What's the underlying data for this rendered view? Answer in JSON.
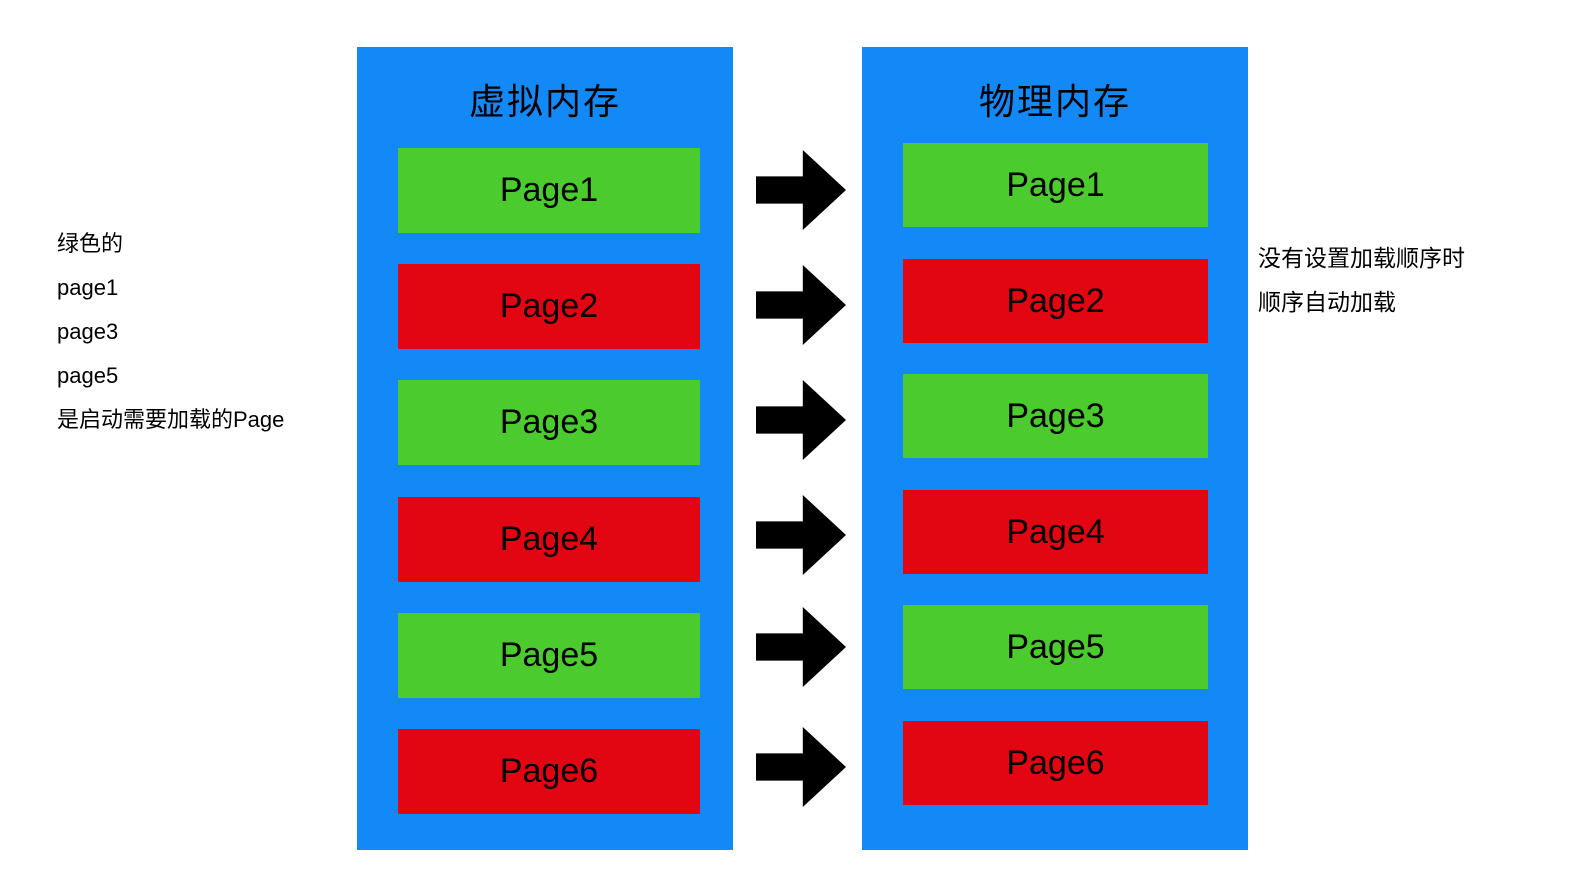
{
  "colors": {
    "column_bg": "#1388F7",
    "page_green": "#4CCB2E",
    "page_red": "#E20613",
    "arrow": "#000000",
    "text": "#000000",
    "background": "#FFFFFF"
  },
  "virtual_memory": {
    "title": "虚拟内存",
    "pages": [
      {
        "label": "Page1",
        "color": "#4CCB2E"
      },
      {
        "label": "Page2",
        "color": "#E20613"
      },
      {
        "label": "Page3",
        "color": "#4CCB2E"
      },
      {
        "label": "Page4",
        "color": "#E20613"
      },
      {
        "label": "Page5",
        "color": "#4CCB2E"
      },
      {
        "label": "Page6",
        "color": "#E20613"
      }
    ]
  },
  "physical_memory": {
    "title": "物理内存",
    "pages": [
      {
        "label": "Page1",
        "color": "#4CCB2E"
      },
      {
        "label": "Page2",
        "color": "#E20613"
      },
      {
        "label": "Page3",
        "color": "#4CCB2E"
      },
      {
        "label": "Page4",
        "color": "#E20613"
      },
      {
        "label": "Page5",
        "color": "#4CCB2E"
      },
      {
        "label": "Page6",
        "color": "#E20613"
      }
    ]
  },
  "left_note": {
    "lines": [
      "绿色的",
      "page1",
      "page3",
      "page5",
      "是启动需要加载的Page"
    ]
  },
  "right_note": {
    "lines": [
      "没有设置加载顺序时",
      "顺序自动加载"
    ]
  }
}
